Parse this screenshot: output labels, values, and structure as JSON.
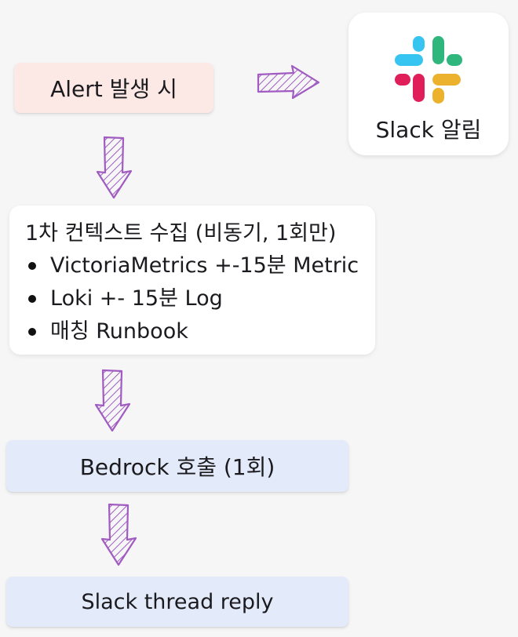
{
  "nodes": {
    "alert": "Alert 발생 시",
    "slack_alert": "Slack 알림",
    "context_title": "1차 컨텍스트 수집 (비동기, 1회만)",
    "context_items": [
      "VictoriaMetrics +-15분 Metric",
      "Loki +- 15분 Log",
      "매칭 Runbook"
    ],
    "bedrock": "Bedrock 호출 (1회)",
    "slack_reply": "Slack thread reply"
  },
  "icons": {
    "slack_logo": "slack-logo",
    "arrows": "hatched-sketch-arrow"
  },
  "colors": {
    "alert_bg": "#fce9e6",
    "bedrock_bg": "#e3eaf9",
    "arrow": "#a05cc0",
    "slack_blue": "#36c5f0",
    "slack_green": "#2eb67d",
    "slack_red": "#e01e5a",
    "slack_yellow": "#ecb22e"
  }
}
